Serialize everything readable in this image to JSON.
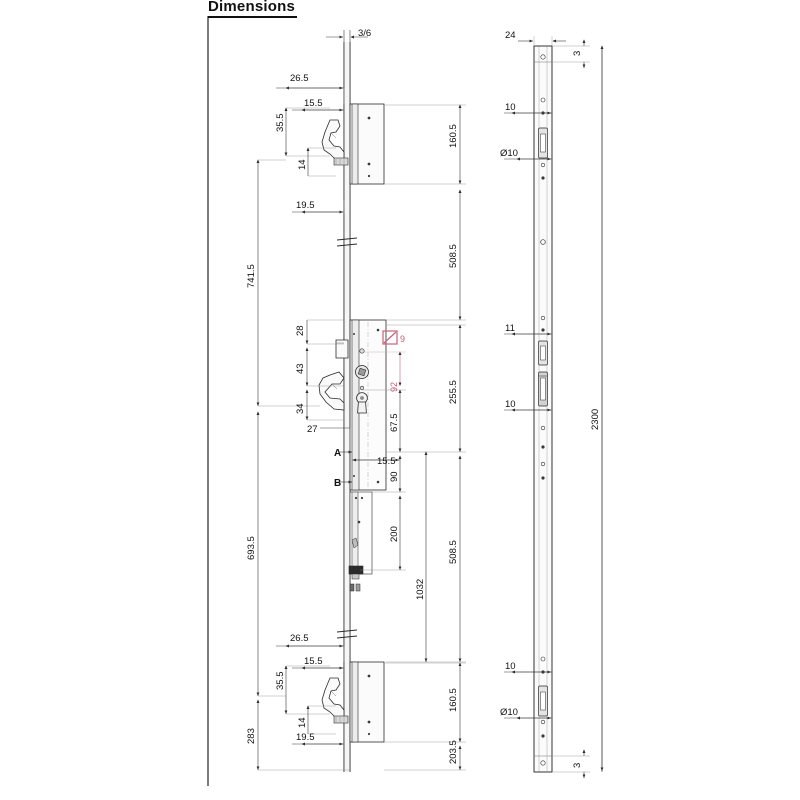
{
  "page": {
    "title": "Dimensions",
    "drawing_type": "technical-dimension-drawing",
    "subject": "multipoint door lock"
  },
  "views": {
    "front": {
      "name": "front-section-view"
    },
    "side": {
      "name": "faceplate-side-view"
    }
  },
  "dimensions": {
    "top_faceplate_thickness": "3/6",
    "upper_hook": {
      "backset_26_5": "26.5",
      "offset_35_5": "35.5",
      "width_15_5": "15.5",
      "height_14": "14",
      "lower_19_5": "19.5",
      "case_160_5": "160.5"
    },
    "chain_left_upper": "741.5",
    "chain_left_lower": "693.5",
    "chain_left_bottom": "283",
    "centre_508_5_upper": "508.5",
    "centre_508_5_lower": "508.5",
    "centre_255_5": "255.5",
    "centre_1032": "1032",
    "centre_203_5": "203.5",
    "lock_case": {
      "d28": "28",
      "d43": "43",
      "d34": "34",
      "d27": "27",
      "d15_5": "15.5",
      "d67_5": "67.5",
      "d90": "90",
      "d200": "200",
      "label_a": "A",
      "label_b": "B",
      "spindle_square": "9",
      "centre_distance": "92"
    },
    "lower_hook": {
      "backset_26_5": "26.5",
      "offset_35_5": "35.5",
      "width_15_5": "15.5",
      "height_14": "14",
      "lower_19_5": "19.5",
      "case_160_5": "160.5"
    },
    "side_view": {
      "faceplate_width": "24",
      "thickness_top": "3",
      "thickness_bottom": "3",
      "hole_10_top": "10",
      "dia_10_top": "Ø10",
      "hole_11_mid": "11",
      "hole_10_mid": "10",
      "hole_10_bottom": "10",
      "dia_10_bottom": "Ø10",
      "total_length": "2300"
    }
  },
  "colors": {
    "line": "#2b2b2b",
    "thin_line": "#6e6e6e",
    "accent_red": "#c9607a",
    "fill_light": "#f2f2f2",
    "fill_mid": "#d9d9d9"
  }
}
